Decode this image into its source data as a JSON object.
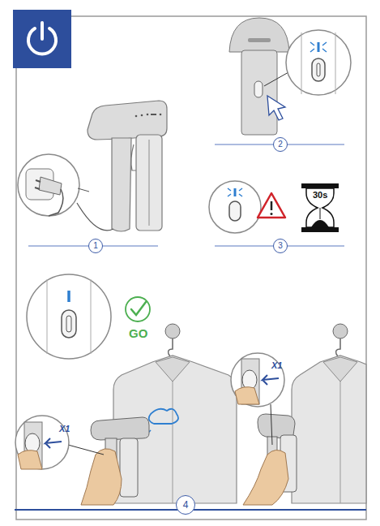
{
  "diagram": {
    "nodes": [
      {
        "text": [
          "2"
        ]
      },
      {
        "text": [
          "1"
        ]
      },
      {
        "text": [
          "3"
        ]
      },
      {
        "text": [
          "4"
        ]
      }
    ],
    "labels": [
      "30s",
      "GO",
      "X1",
      "X1"
    ]
  }
}
